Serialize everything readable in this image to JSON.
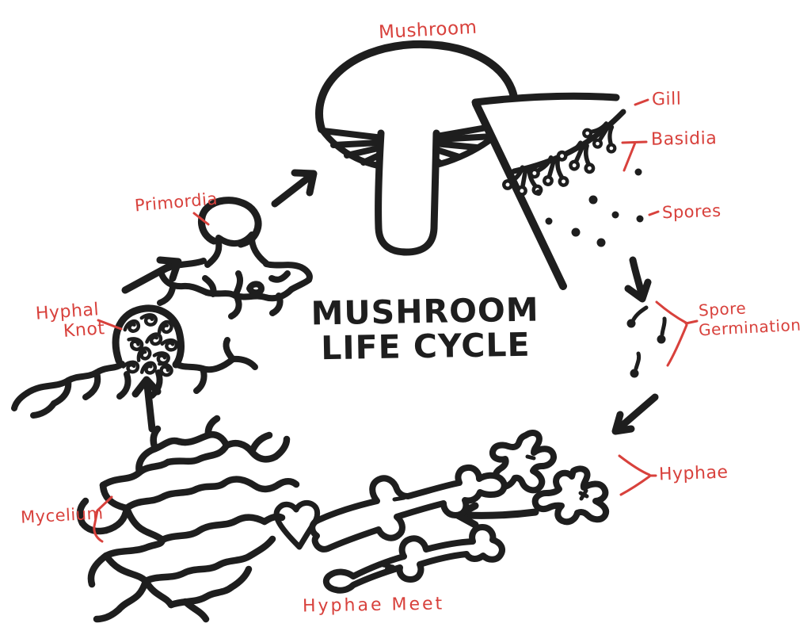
{
  "title": {
    "line1": "MUSHROOM",
    "line2": "LIFE CYCLE"
  },
  "labels": {
    "mushroom": "Mushroom",
    "gill": "Gill",
    "basidia": "Basidia",
    "spores": "Spores",
    "spore_germination": {
      "line1": "Spore",
      "line2": "Germination"
    },
    "hyphae": "Hyphae",
    "hyphae_meet": "Hyphae Meet",
    "mycelium": "Mycelium",
    "hyphal_knot": {
      "line1": "Hyphal",
      "line2": "Knot"
    },
    "primordia": "Primordia"
  },
  "colors": {
    "ink": "#1e1e1e",
    "label_red": "#d8413c",
    "background": "#ffffff"
  }
}
